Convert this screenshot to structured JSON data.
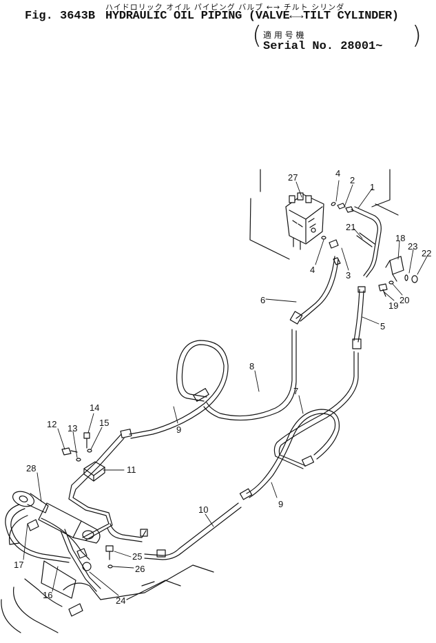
{
  "header": {
    "japanese_title": "ハイドロリック オイル パイピング バルブ ←→ チルト シリンダ",
    "figure_number": "Fig. 3643B",
    "title": "HYDRAULIC OIL PIPING (VALVE←→TILT CYLINDER)",
    "serial_label_jp": "適 用 号 機",
    "serial_label": "Serial No. 28001~"
  },
  "part_callouts": [
    "1",
    "2",
    "3",
    "4",
    "4",
    "5",
    "6",
    "7",
    "8",
    "9",
    "9",
    "10",
    "11",
    "12",
    "13",
    "14",
    "15",
    "16",
    "17",
    "18",
    "19",
    "20",
    "21",
    "22",
    "23",
    "24",
    "25",
    "26",
    "27",
    "28"
  ],
  "colors": {
    "ink": "#111111",
    "paper": "#ffffff"
  }
}
